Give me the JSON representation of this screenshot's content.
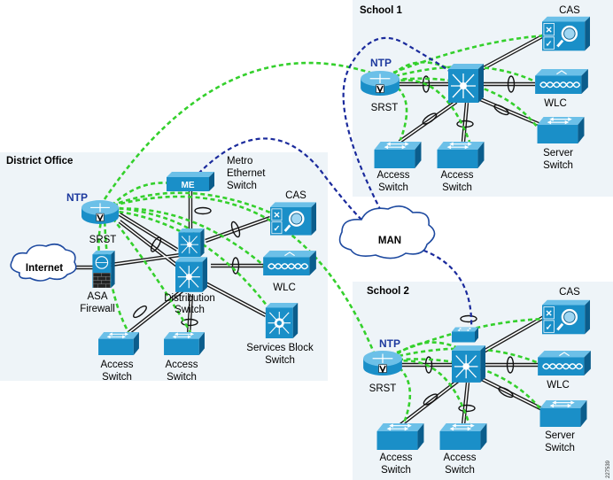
{
  "sites": {
    "district": {
      "title": "District Office"
    },
    "school1": {
      "title": "School 1"
    },
    "school2": {
      "title": "School 2"
    }
  },
  "clouds": {
    "internet": "Internet",
    "man": "MAN"
  },
  "labels": {
    "ntp": "NTP",
    "srst": "SRST",
    "cas": "CAS",
    "wlc": "WLC",
    "access_switch": "Access Switch",
    "server_switch": "Server Switch",
    "asa_firewall": "ASA Firewall",
    "distribution_switch": "Distribution Switch",
    "services_block_switch": "Services Block Switch",
    "metro_ethernet_switch": "Metro Ethernet Switch",
    "me": "ME"
  },
  "figure_id": "227539",
  "colors": {
    "site_bg": "#eef4f8",
    "device": "#1a8fc8",
    "ntp_green": "#34d02c",
    "ntp_blue": "#1a2a9c",
    "ntp_text": "#1e3a9e"
  },
  "icons": {
    "router": "router-icon",
    "switch": "switch-icon",
    "multilayer": "multilayer-switch-icon",
    "firewall": "firewall-icon",
    "wlc": "wireless-controller-icon",
    "cas": "cas-appliance-icon",
    "cloud": "cloud-icon"
  }
}
